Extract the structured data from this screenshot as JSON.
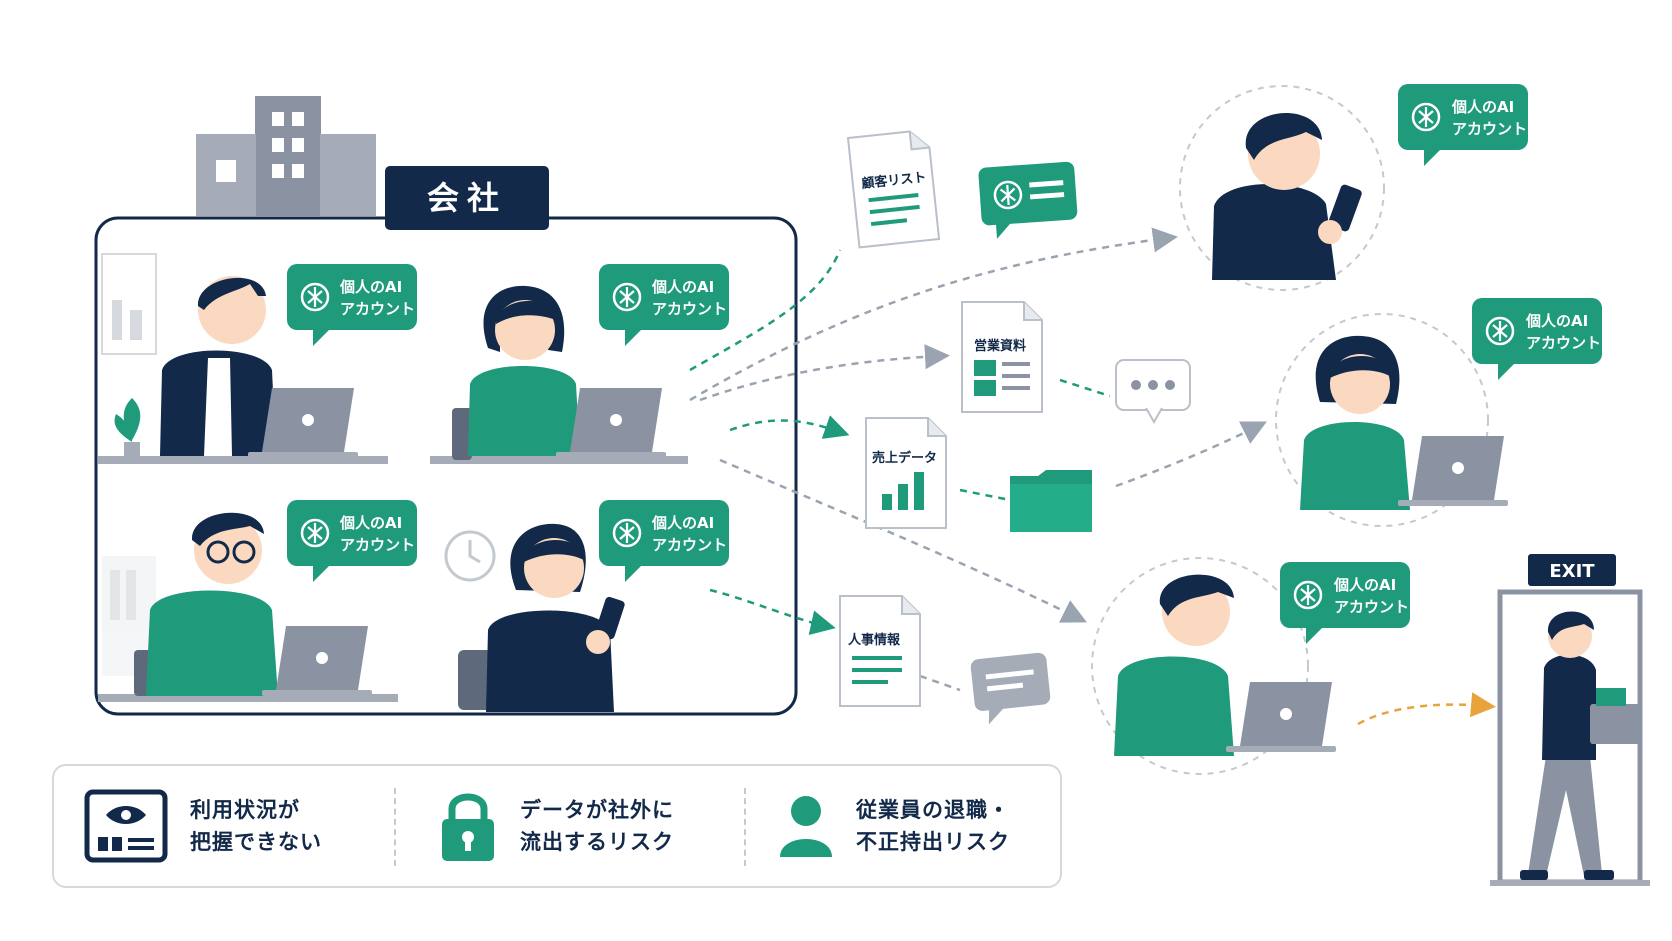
{
  "company_label": "会社",
  "bubble_label_line1": "個人のAI",
  "bubble_label_line2": "アカウント",
  "documents": {
    "customer_list": "顧客リスト",
    "sales_material": "営業資料",
    "sales_data": "売上データ",
    "hr_info": "人事情報"
  },
  "exit_label": "EXIT",
  "legend": [
    {
      "line1": "利用状況が",
      "line2": "把握できない",
      "icon": "monitor-eye-icon"
    },
    {
      "line1": "データが社外に",
      "line2": "流出するリスク",
      "icon": "padlock-icon"
    },
    {
      "line1": "従業員の退職・",
      "line2": "不正持出リスク",
      "icon": "person-icon"
    }
  ],
  "colors": {
    "navy": "#12294a",
    "green": "#1f9b7c",
    "gray": "#8b93a3",
    "light_gray": "#c3c9cf",
    "orange": "#e8a33a"
  }
}
